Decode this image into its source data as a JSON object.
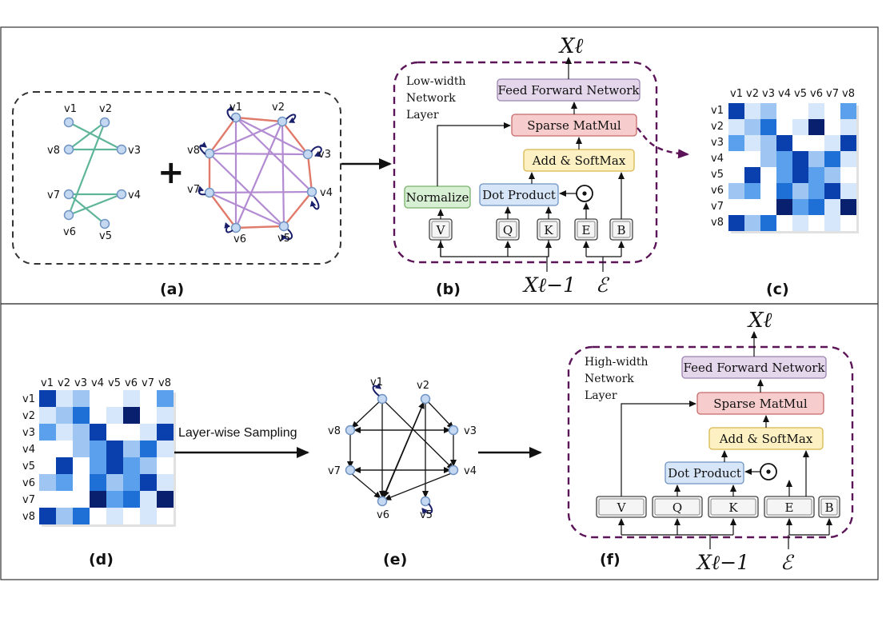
{
  "panels": [
    "(a)",
    "(b)",
    "(c)",
    "(d)",
    "(e)",
    "(f)"
  ],
  "vertex_labels": [
    "v1",
    "v2",
    "v3",
    "v4",
    "v5",
    "v6",
    "v7",
    "v8"
  ],
  "plus_sign": "+",
  "low_width": {
    "title": [
      "Low-width",
      "Network",
      "Layer"
    ],
    "output": "Xℓ",
    "blocks": {
      "ffn": "Feed Forward Network",
      "sparse": "Sparse MatMul",
      "addsoft": "Add & SoftMax",
      "dot": "Dot Product",
      "norm": "Normalize"
    },
    "inputs": [
      "V",
      "Q",
      "K",
      "E",
      "B"
    ],
    "input_x": "Xℓ−1",
    "input_e": "ℰ",
    "hadamard": "⊙"
  },
  "high_width": {
    "title": [
      "High-width",
      "Network",
      "Layer"
    ],
    "output": "Xℓ",
    "blocks": {
      "ffn": "Feed Forward Network",
      "sparse": "Sparse MatMul",
      "addsoft": "Add & SoftMax",
      "dot": "Dot Product"
    },
    "inputs": [
      "V",
      "Q",
      "K",
      "E",
      "B"
    ],
    "input_x": "Xℓ−1",
    "input_e": "ℰ",
    "hadamard": "⊙"
  },
  "sampling_label": "Layer-wise Sampling",
  "heatmap_intensity_c": [
    [
      5,
      1,
      2,
      0,
      0,
      1,
      0,
      3
    ],
    [
      1,
      2,
      4,
      0,
      1,
      6,
      0,
      1
    ],
    [
      3,
      1,
      2,
      5,
      0,
      0,
      1,
      5
    ],
    [
      0,
      0,
      2,
      3,
      5,
      2,
      4,
      1
    ],
    [
      0,
      5,
      0,
      3,
      5,
      3,
      2,
      0
    ],
    [
      2,
      3,
      0,
      4,
      2,
      3,
      5,
      1
    ],
    [
      0,
      0,
      0,
      6,
      3,
      4,
      1,
      6
    ],
    [
      5,
      2,
      4,
      0,
      1,
      0,
      1,
      0
    ]
  ],
  "colors": {
    "ffn_fill": "#e4d7ec",
    "ffn_stroke": "#9b84b0",
    "sparse_fill": "#f6cccc",
    "sparse_stroke": "#c76a6a",
    "addsoft_fill": "#fdf0c2",
    "addsoft_stroke": "#d8b84e",
    "dot_fill": "#d6e6f8",
    "dot_stroke": "#6f93c2",
    "norm_fill": "#d7efd2",
    "norm_stroke": "#78b06b",
    "dashed_purple": "#5c1458",
    "graph_green": "#5fb59a",
    "graph_red": "#e07a6a",
    "graph_purple": "#b28bd2",
    "node_fill": "#c5d8f2",
    "node_stroke": "#6f93c2",
    "loop_color": "#1a1f6b"
  }
}
